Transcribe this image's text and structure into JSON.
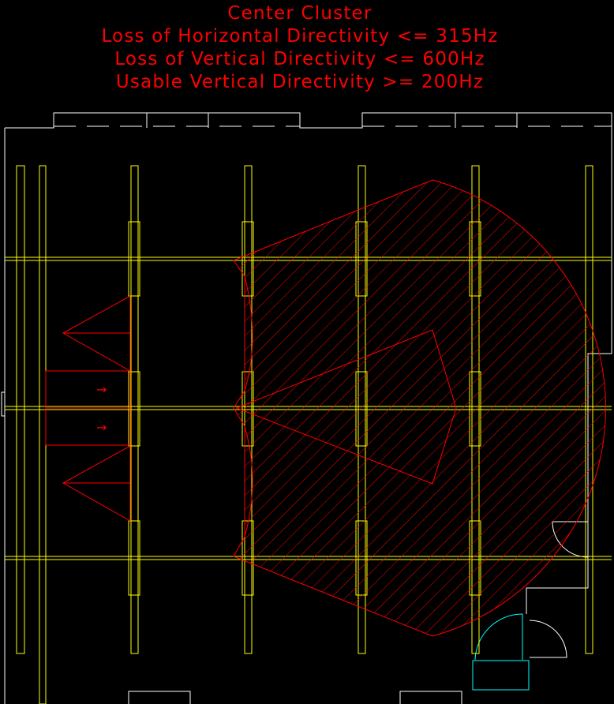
{
  "title_lines": [
    "Center Cluster",
    "Loss of Horizontal Directivity <= 315Hz",
    "Loss of Vertical Directivity <= 600Hz",
    "Usable Vertical Directivity >= 200Hz"
  ],
  "colors": {
    "background": "#000000",
    "room_outline": "#ffffff",
    "structure": "#ffff00",
    "coverage": "#ff0000",
    "door": "#00ffff"
  },
  "symbols": {
    "direction_arrow": "→"
  }
}
